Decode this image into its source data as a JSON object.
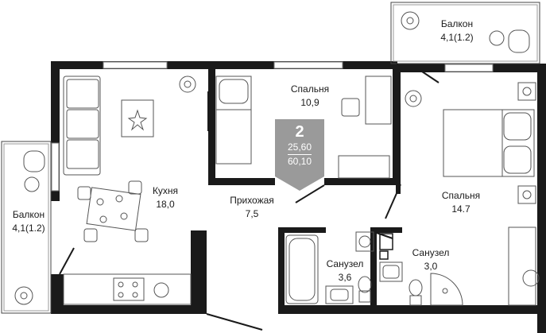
{
  "summary": {
    "rooms": "2",
    "living_area": "25,60",
    "total_area": "60,10",
    "badge_color": "#9a9a9a"
  },
  "rooms": {
    "balcony_top": {
      "name": "Балкон",
      "area": "4,1(1.2)"
    },
    "bedroom_small": {
      "name": "Спальня",
      "area": "10,9"
    },
    "kitchen": {
      "name": "Кухня",
      "area": "18,0"
    },
    "hallway": {
      "name": "Прихожая",
      "area": "7,5"
    },
    "bedroom_large": {
      "name": "Спальня",
      "area": "14.7"
    },
    "balcony_left": {
      "name": "Балкон",
      "area": "4,1(1.2)"
    },
    "bathroom_1": {
      "name": "Санузел",
      "area": "3,6"
    },
    "bathroom_2": {
      "name": "Санузел",
      "area": "3,0"
    }
  },
  "colors": {
    "wall": "#1a1a1a",
    "furniture": "#555555",
    "window": "#7a7a7a"
  },
  "icons": [
    "plant-icon",
    "armchair-icon",
    "sofa-icon",
    "bed-icon",
    "dining-table-icon",
    "bathtub-icon",
    "shower-icon",
    "toilet-icon",
    "sink-icon",
    "stove-icon"
  ]
}
